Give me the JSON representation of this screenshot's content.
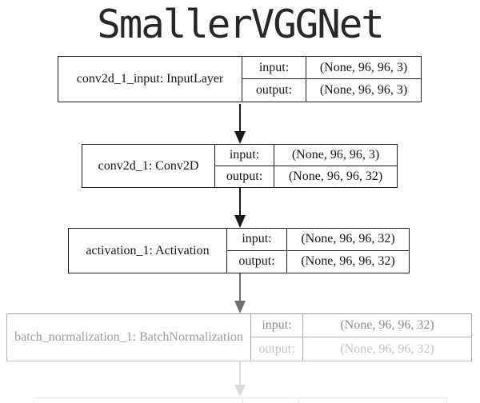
{
  "title": "SmallerVGGNet",
  "colors": {
    "background": "#ffffff",
    "ink": "#1c1c1c",
    "title_ink": "#26262b",
    "arrow_black": "#1a1a1a",
    "arrow_gray": "#6e6e6e",
    "arrow_faint": "#dcdcdc",
    "faded_node_border": "#ababab",
    "faded_text_dark": "#8d8d8d",
    "faded_text_light": "#c2c2c2"
  },
  "layers": [
    {
      "name": "conv2d_1_input: InputLayer",
      "input_label": "input:",
      "output_label": "output:",
      "input_shape": "(None, 96, 96, 3)",
      "output_shape": "(None, 96, 96, 3)"
    },
    {
      "name": "conv2d_1: Conv2D",
      "input_label": "input:",
      "output_label": "output:",
      "input_shape": "(None, 96, 96, 3)",
      "output_shape": "(None, 96, 96, 32)"
    },
    {
      "name": "activation_1: Activation",
      "input_label": "input:",
      "output_label": "output:",
      "input_shape": "(None, 96, 96, 32)",
      "output_shape": "(None, 96, 96, 32)"
    },
    {
      "name": "batch_normalization_1: BatchNormalization",
      "input_label": "input:",
      "output_label": "output:",
      "input_shape": "(None, 96, 96, 32)",
      "output_shape": "(None, 96, 96, 32)"
    }
  ]
}
